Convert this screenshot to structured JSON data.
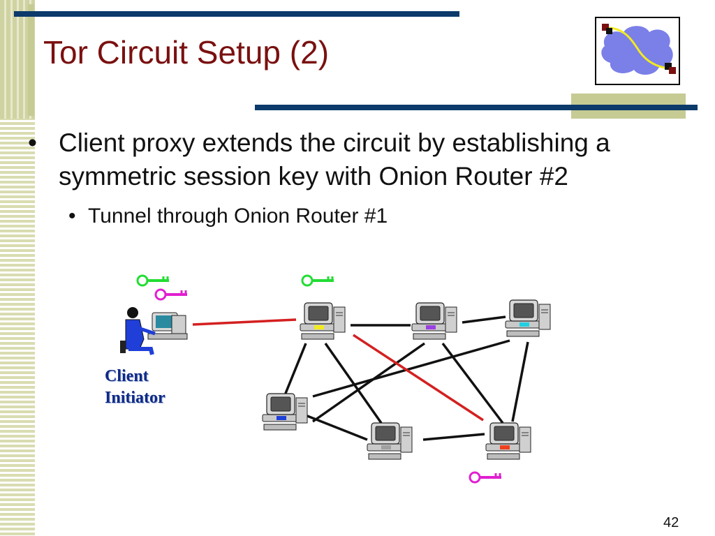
{
  "slide": {
    "title": "Tor Circuit Setup (2)",
    "bullets": [
      {
        "level": 1,
        "text": "Client proxy extends the circuit by establishing a symmetric session key with Onion Router #2"
      },
      {
        "level": 2,
        "text": "Tunnel through Onion Router #1"
      }
    ],
    "client_label_line1": "Client",
    "client_label_line2": "Initiator",
    "page_number": "42"
  },
  "colors": {
    "title": "#7a1010",
    "accent_bar": "#0b3a6b",
    "stripe": "#c6cb94",
    "key_green": "#22dd33",
    "key_magenta": "#e020d0",
    "circuit_red": "#d42020",
    "cloud": "#7b7fe8"
  },
  "icons": {
    "bullet": "•",
    "logo": "network-cloud-icon",
    "key": "key-icon",
    "computer": "computer-icon",
    "client": "person-at-computer-icon"
  }
}
